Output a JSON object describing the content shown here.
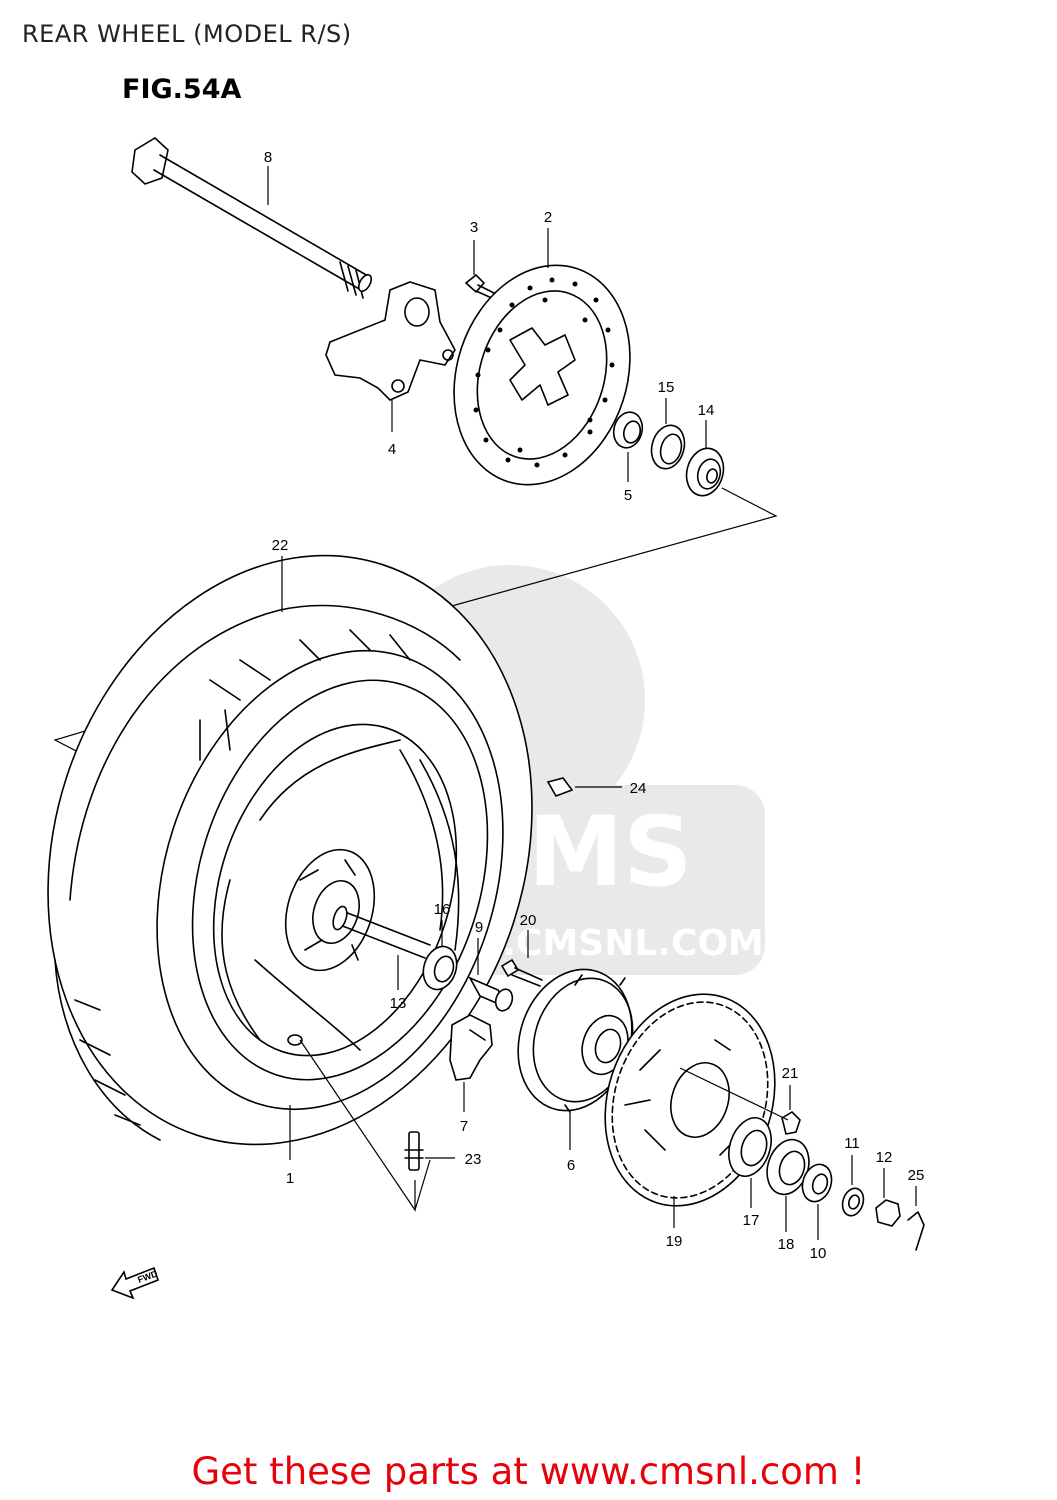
{
  "page_title": "REAR WHEEL (MODEL R/S)",
  "figure_label": "FIG.54A",
  "watermark": {
    "line1": "CMS",
    "line2": "WWW.CMSNL.COM"
  },
  "fwd_label": "FWD",
  "footer_text": "Get these parts at www.cmsnl.com !",
  "callouts": {
    "p1": "1",
    "p2": "2",
    "p3": "3",
    "p4": "4",
    "p5": "5",
    "p6": "6",
    "p7": "7",
    "p8": "8",
    "p9": "9",
    "p10": "10",
    "p11": "11",
    "p12": "12",
    "p13": "13",
    "p14": "14",
    "p15": "15",
    "p16": "16",
    "p17": "17",
    "p18": "18",
    "p19": "19",
    "p20": "20",
    "p21": "21",
    "p22": "22",
    "p23": "23",
    "p24": "24",
    "p25": "25"
  },
  "colors": {
    "footer": "#e8000b",
    "watermark": "#e9e9e9",
    "lines": "#000000"
  }
}
